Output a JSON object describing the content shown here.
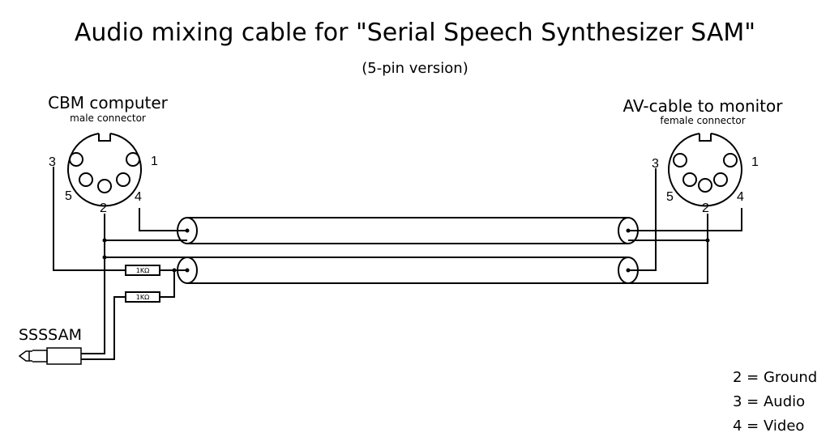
{
  "title": "Audio mixing cable for \"Serial Speech Synthesizer SAM\"",
  "subtitle": "(5-pin version)",
  "left_connector": {
    "title": "CBM computer",
    "subtitle": "male connector",
    "pins": {
      "p1": "1",
      "p2": "2",
      "p3": "3",
      "p4": "4",
      "p5": "5"
    }
  },
  "right_connector": {
    "title": "AV-cable to monitor",
    "subtitle": "female connector",
    "pins": {
      "p1": "1",
      "p2": "2",
      "p3": "3",
      "p4": "4",
      "p5": "5"
    }
  },
  "resistors": {
    "r1": "1KΩ",
    "r2": "1KΩ"
  },
  "jack": {
    "label": "SSSSAM"
  },
  "legend": [
    "2 = Ground",
    "3 = Audio",
    "4 = Video"
  ]
}
